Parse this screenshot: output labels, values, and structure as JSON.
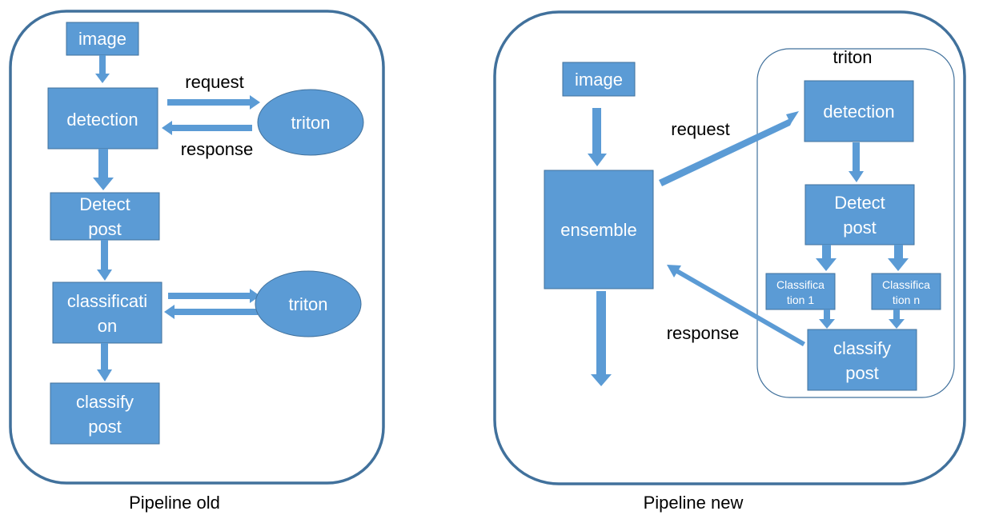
{
  "colors": {
    "box_fill": "#5b9bd5",
    "box_stroke": "#41719c",
    "frame_stroke": "#41719c",
    "arrow": "#5b9bd5",
    "text_on_box": "#ffffff",
    "text": "#000000"
  },
  "old": {
    "caption": "Pipeline old",
    "image": "image",
    "detection": "detection",
    "request": "request",
    "response": "response",
    "triton1": "triton",
    "detect_post": [
      "Detect",
      "post"
    ],
    "classification": [
      "classificati",
      "on"
    ],
    "triton2": "triton",
    "classify_post": [
      "classify",
      "post"
    ]
  },
  "new": {
    "caption": "Pipeline new",
    "image": "image",
    "ensemble": "ensemble",
    "request": "request",
    "response": "response",
    "triton_group": "triton",
    "detection": "detection",
    "detect_post": [
      "Detect",
      "post"
    ],
    "classification_1": [
      "Classifica",
      "tion 1"
    ],
    "classification_n": [
      "Classifica",
      "tion n"
    ],
    "classify_post": [
      "classify",
      "post"
    ]
  }
}
